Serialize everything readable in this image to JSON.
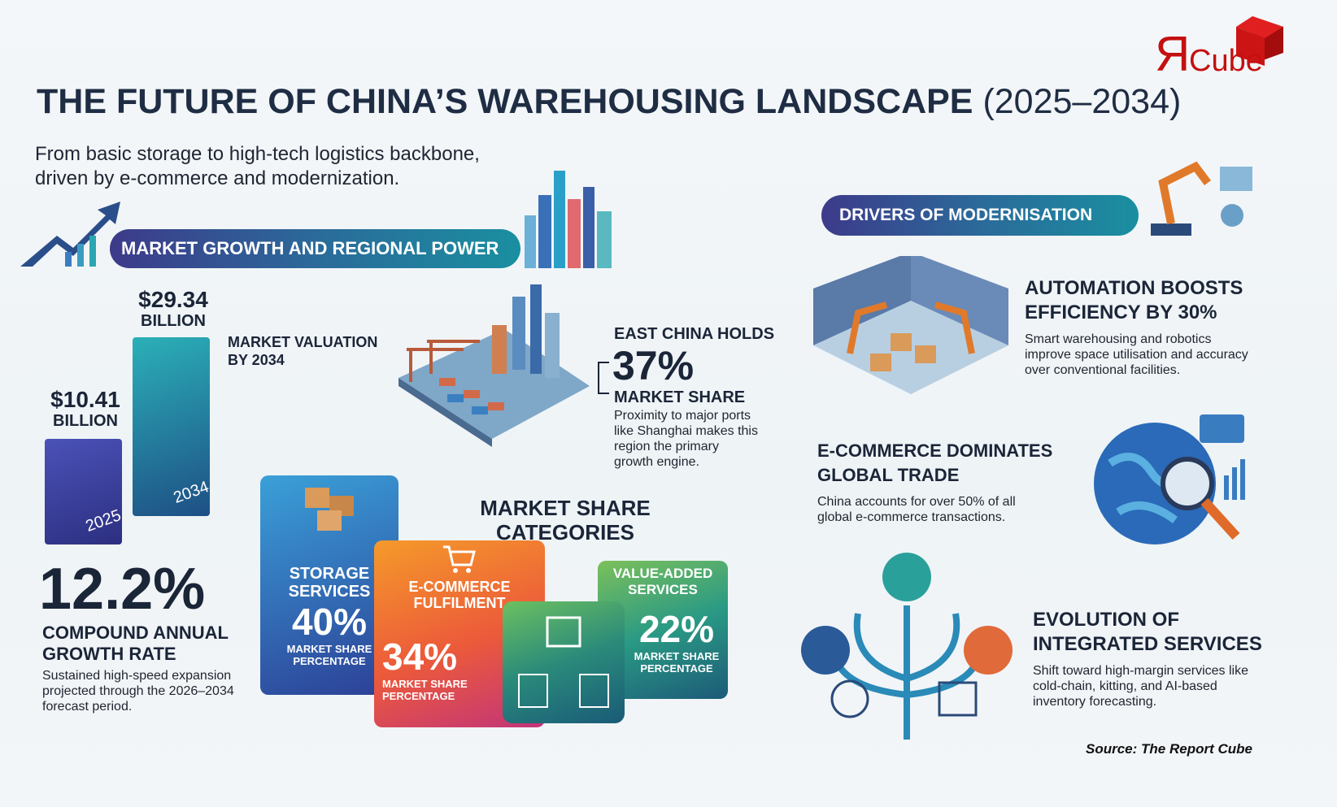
{
  "logo": {
    "text": "ЯCube",
    "color": "#c41010"
  },
  "header": {
    "title": "THE FUTURE OF CHINA’S WAREHOUSING LANDSCAPE",
    "years": "(2025–2034)",
    "subtitle_line1": "From basic storage to high-tech logistics backbone,",
    "subtitle_line2": "driven by e-commerce and modernization."
  },
  "market": {
    "section_title": "MARKET GROWTH AND REGIONAL POWER",
    "bars": [
      {
        "year": "2025",
        "value": "$10.41",
        "unit": "BILLION",
        "amount": 10.41
      },
      {
        "year": "2034",
        "value": "$29.34",
        "unit": "BILLION",
        "amount": 29.34
      }
    ],
    "valuation_label": "MARKET VALUATION BY 2034",
    "cagr": {
      "value": "12.2%",
      "label_line1": "COMPOUND ANNUAL",
      "label_line2": "GROWTH RATE",
      "desc": "Sustained high-speed expansion projected through the 2026–2034 forecast period."
    },
    "east_china": {
      "heading": "EAST CHINA HOLDS",
      "value": "37%",
      "label": "MARKET SHARE",
      "desc": "Proximity to major ports like Shanghai makes this region the primary growth engine."
    }
  },
  "categories": {
    "title_line1": "MARKET SHARE",
    "title_line2": "CATEGORIES",
    "items": [
      {
        "name_line1": "STORAGE",
        "name_line2": "SERVICES",
        "value": "40%",
        "label_line1": "MARKET SHARE",
        "label_line2": "PERCENTAGE",
        "color": "#2f6db3"
      },
      {
        "name_line1": "E-COMMERCE",
        "name_line2": "FULFILMENT",
        "value": "34%",
        "label_line1": "MARKET SHARE",
        "label_line2": "PERCENTAGE",
        "color": "#ee6a2a"
      },
      {
        "name_line1": "VALUE-ADDED",
        "name_line2": "SERVICES",
        "value": "22%",
        "label_line1": "MARKET SHARE",
        "label_line2": "PERCENTAGE",
        "color": "#2f9a78"
      }
    ]
  },
  "drivers": {
    "section_title": "DRIVERS OF MODERNISATION",
    "items": [
      {
        "title_line1": "AUTOMATION BOOSTS",
        "title_line2": "EFFICIENCY BY 30%",
        "desc": "Smart warehousing and robotics improve space utilisation and accuracy over conventional facilities.",
        "icon": "robot-warehouse-icon"
      },
      {
        "title_line1": "E-COMMERCE DOMINATES",
        "title_line2": "GLOBAL TRADE",
        "desc": "China accounts for over 50% of all global e-commerce transactions.",
        "icon": "globe-cart-icon"
      },
      {
        "title_line1": "EVOLUTION OF",
        "title_line2": "INTEGRATED SERVICES",
        "desc": "Shift toward high-margin services like cold-chain, kitting, and AI-based inventory forecasting.",
        "icon": "service-tree-icon"
      }
    ]
  },
  "source": "Source: The Report Cube"
}
